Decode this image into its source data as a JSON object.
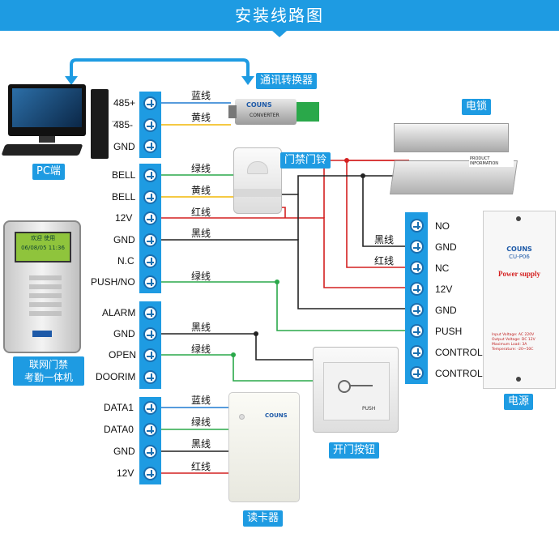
{
  "title": "安装线路图",
  "devices": {
    "pc": "PC端",
    "converter": "通讯转换器",
    "converter_brand": "COUNS",
    "converter_text": "CONVERTER",
    "lock": "电锁",
    "lock_plate": "PRODUCT INFORMATION",
    "doorbell": "门禁门铃",
    "controller_line1": "联网门禁",
    "controller_line2": "考勤一体机",
    "power": "电源",
    "power_brand": "COUNS",
    "power_model": "CU-P06",
    "power_title": "Power supply",
    "power_specs": [
      "Input Voltage: AC 220V",
      "Output Voltage: DC 12V",
      "Maximum Load: 3A",
      "Temperature: -20~50C"
    ],
    "exit_button": "开门按钮",
    "exit_push": "PUSH",
    "card_reader": "读卡器",
    "card_reader_brand": "COUNS"
  },
  "left_terminals": {
    "group1": [
      "485+",
      "485-",
      "GND"
    ],
    "group2": [
      "BELL",
      "BELL",
      "12V",
      "GND",
      "N.C",
      "PUSH/NO"
    ],
    "group3": [
      "ALARM",
      "GND",
      "OPEN",
      "DOORIM"
    ],
    "group4": [
      "DATA1",
      "DATA0",
      "GND",
      "12V"
    ]
  },
  "right_terminals": [
    "NO",
    "GND",
    "NC",
    "12V",
    "GND",
    "PUSH",
    "CONTROL",
    "CONTROL"
  ],
  "wire_labels": {
    "w485p": "蓝线",
    "w485n": "黄线",
    "bell1": "绿线",
    "bell2": "黄线",
    "v12": "红线",
    "gnd": "黑线",
    "push": "绿线",
    "alarm_gnd": "黑线",
    "open": "绿线",
    "data1": "蓝线",
    "data0": "绿线",
    "card_gnd": "黑线",
    "card_12v": "红线",
    "lock_black": "黑线",
    "lock_red": "红线"
  },
  "colors": {
    "header": "#1e9be2",
    "blue_wire": "#1e7ad0",
    "yellow_wire": "#f2b705",
    "green_wire": "#2aa84a",
    "red_wire": "#d42020",
    "black_wire": "#222222"
  },
  "controller_screen": [
    "欢迎  使用",
    "06/08/05  11:36"
  ]
}
